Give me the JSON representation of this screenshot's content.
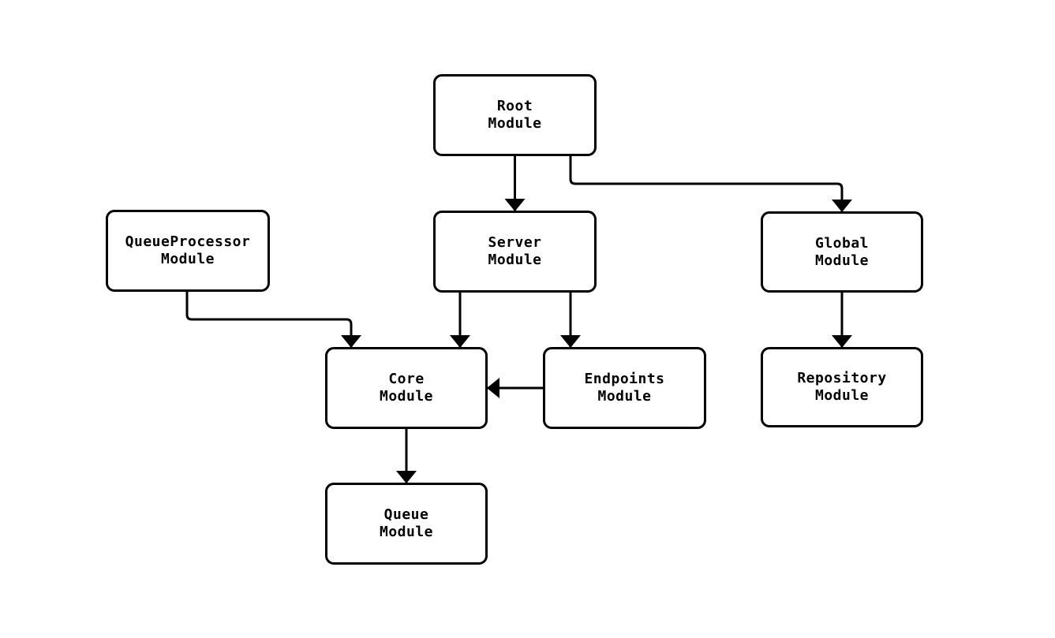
{
  "diagram": {
    "type": "module-dependency-flowchart",
    "background": "#ffffff"
  },
  "colors": {
    "node_fill": "#ffffff",
    "node_border": "#000000",
    "edge_line": "#000000",
    "text": "#000000"
  },
  "nodes": [
    {
      "id": "root",
      "lines": [
        "Root",
        "Module"
      ]
    },
    {
      "id": "server",
      "lines": [
        "Server",
        "Module"
      ]
    },
    {
      "id": "queueprocessor",
      "lines": [
        "QueueProcessor",
        "Module"
      ]
    },
    {
      "id": "global",
      "lines": [
        "Global",
        "Module"
      ]
    },
    {
      "id": "core",
      "lines": [
        "Core",
        "Module"
      ]
    },
    {
      "id": "endpoints",
      "lines": [
        "Endpoints",
        "Module"
      ]
    },
    {
      "id": "repository",
      "lines": [
        "Repository",
        "Module"
      ]
    },
    {
      "id": "queue",
      "lines": [
        "Queue",
        "Module"
      ]
    }
  ],
  "edges": [
    {
      "from": "Root Module",
      "to": "Server Module"
    },
    {
      "from": "Root Module",
      "to": "Global Module"
    },
    {
      "from": "QueueProcessor Module",
      "to": "Core Module"
    },
    {
      "from": "Server Module",
      "to": "Core Module"
    },
    {
      "from": "Server Module",
      "to": "Endpoints Module"
    },
    {
      "from": "Endpoints Module",
      "to": "Core Module"
    },
    {
      "from": "Global Module",
      "to": "Repository Module"
    },
    {
      "from": "Core Module",
      "to": "Queue Module"
    }
  ]
}
